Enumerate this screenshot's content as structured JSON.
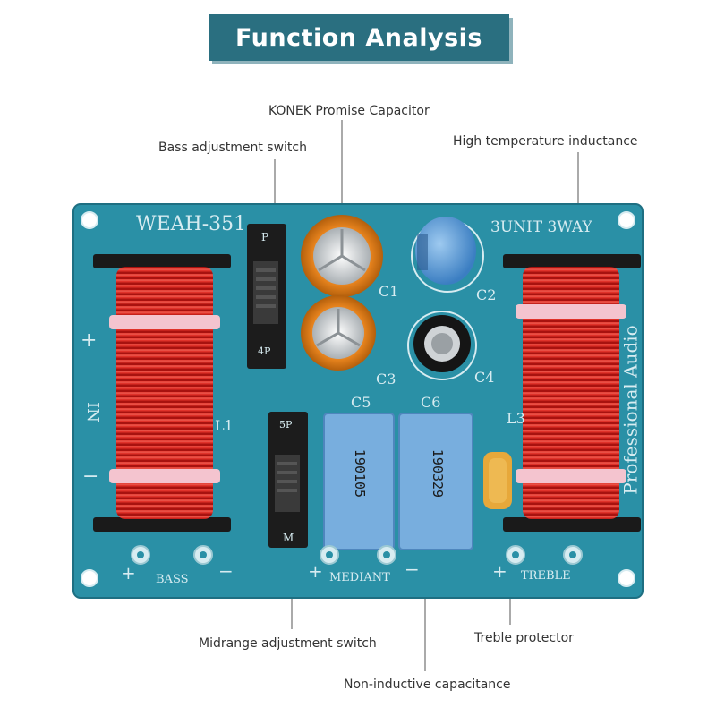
{
  "title": "Function Analysis",
  "callouts": {
    "capacitor": "KONEK Promise Capacitor",
    "bass_switch": "Bass adjustment switch",
    "inductance": "High temperature inductance",
    "mid_switch": "Midrange adjustment switch",
    "treble_protector": "Treble protector",
    "non_inductive": "Non-inductive capacitance"
  },
  "board": {
    "model": "WEAH-351",
    "type": "3UNIT 3WAY",
    "brand": "Professional Audio",
    "in_label": "IN",
    "plus": "+",
    "minus": "−",
    "switch_top_1": "P",
    "switch_bot_1": "4P",
    "switch_top_2": "5P",
    "switch_bot_2": "M",
    "c1": "C1",
    "c2": "C2",
    "c3": "C3",
    "c4": "C4",
    "c5": "C5",
    "c6": "C6",
    "l1": "L1",
    "l3": "L3",
    "cap5_value": "190105",
    "cap6_value": "190329",
    "terminals": {
      "bass": "BASS",
      "mediant": "MEDIANT",
      "treble": "TREBLE"
    }
  },
  "colors": {
    "board": "#2a90a6",
    "banner": "#2a6f80",
    "copper": "#c21d1b",
    "electrolytic_orange": "#e8841e",
    "film_cap_blue": "#78aede"
  }
}
